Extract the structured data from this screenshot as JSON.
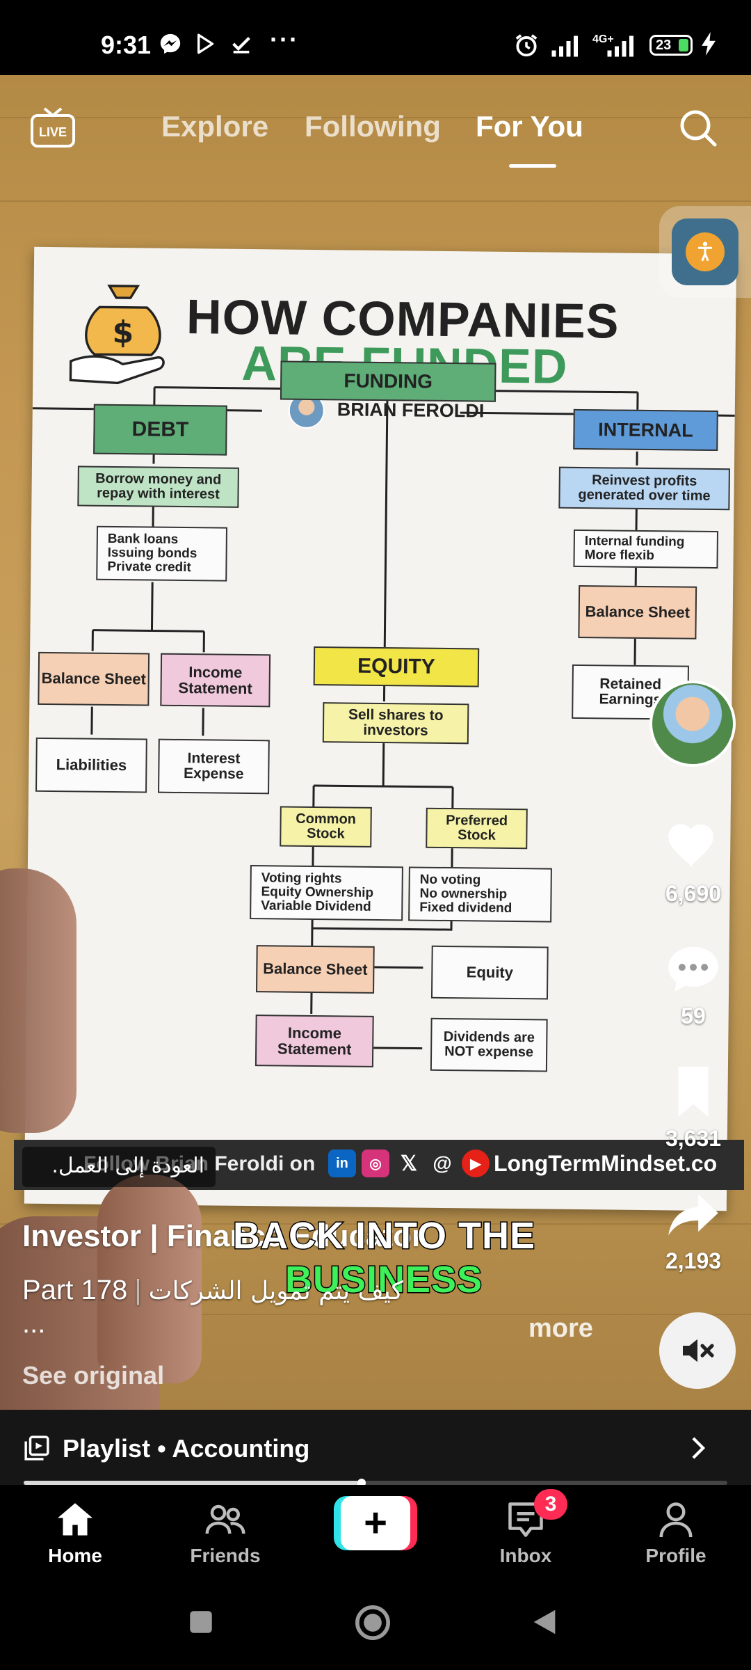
{
  "status_bar": {
    "time": "9:31",
    "network": "4G+",
    "battery": "23",
    "icons": [
      "messenger-icon",
      "play-store-icon",
      "download-done-icon",
      "more-dots-icon",
      "alarm-icon",
      "signal-icon",
      "charging-icon"
    ]
  },
  "top_nav": {
    "live_label": "LIVE",
    "tabs": [
      {
        "label": "Explore",
        "active": false
      },
      {
        "label": "Following",
        "active": false
      },
      {
        "label": "For You",
        "active": true
      }
    ]
  },
  "poster": {
    "title_line1": "HOW COMPANIES",
    "title_line2": "ARE FUNDED",
    "author": "BRIAN FEROLDI",
    "root": "FUNDING",
    "debt": {
      "label": "DEBT",
      "desc": "Borrow money and repay with interest",
      "bullets": [
        "Bank loans",
        "Issuing bonds",
        "Private credit"
      ],
      "balance": "Balance Sheet",
      "income": "Income Statement",
      "liabilities": "Liabilities",
      "interest": "Interest Expense"
    },
    "equity": {
      "label": "EQUITY",
      "desc": "Sell shares to investors",
      "common": "Common Stock",
      "preferred": "Preferred Stock",
      "common_bullets": [
        "Voting rights",
        "Equity Ownership",
        "Variable Dividend"
      ],
      "preferred_bullets": [
        "No voting",
        "No ownership",
        "Fixed dividend"
      ],
      "balance": "Balance Sheet",
      "equity_box": "Equity",
      "income": "Income Statement",
      "dividends": "Dividends are NOT expense"
    },
    "internal": {
      "label": "INTERNAL",
      "desc": "Reinvest profits generated over time",
      "bullets": [
        "Internal funding",
        "More flexib"
      ],
      "balance": "Balance Sheet",
      "retained": "Retained Earnings"
    },
    "footer": {
      "follow": "Follow Brian Feroldi on",
      "site": "LongTermMindset.co"
    }
  },
  "overlay": {
    "translated_chip": "العودة إلى العمل.",
    "author_name": "Investor | Finance Educator",
    "caption_line1": "BACK INTO THE",
    "caption_line2": "BUSINESS",
    "part": "Part 178",
    "separator": "|",
    "arabic_desc": "كيف يتم تمويل الشركات",
    "ellipsis": "...",
    "more": "more",
    "see_original": "See original"
  },
  "actions": {
    "likes": "6,690",
    "comments": "59",
    "saves": "3,631",
    "shares": "2,193"
  },
  "playlist": {
    "label": "Playlist • Accounting",
    "progress": 0.48
  },
  "bottom_nav": {
    "home": "Home",
    "friends": "Friends",
    "create": "+",
    "inbox": "Inbox",
    "inbox_badge": "3",
    "profile": "Profile"
  },
  "colors": {
    "brand_pink": "#fe2c55",
    "brand_cyan": "#2fe3e8",
    "caption_green": "#3ef05a"
  }
}
